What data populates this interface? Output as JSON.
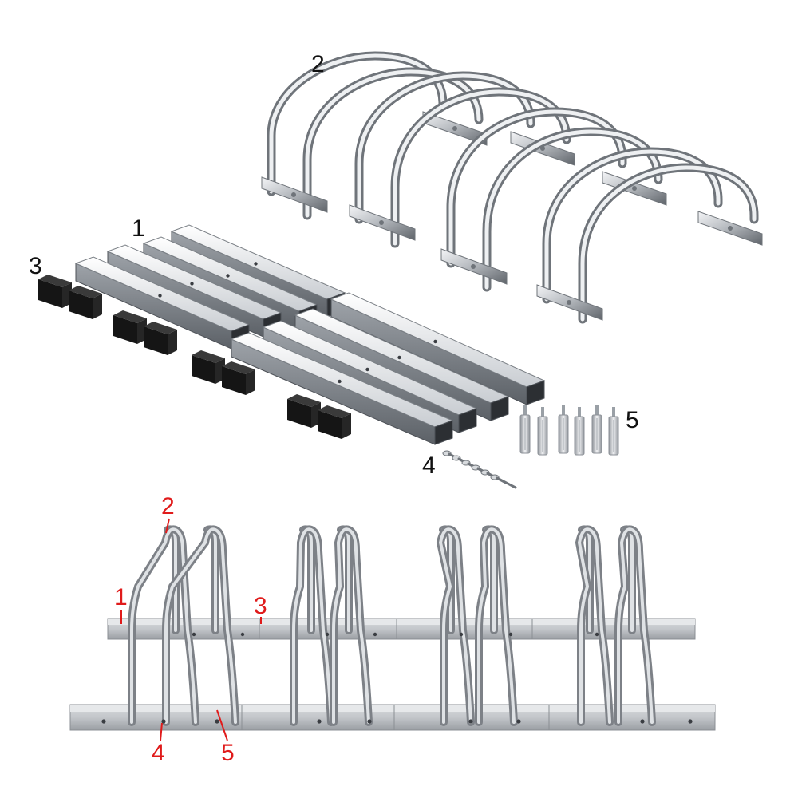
{
  "exploded_view": {
    "labels": {
      "rail": "1",
      "hoops": "2",
      "connectors": "3",
      "screws": "4",
      "anchors": "5"
    }
  },
  "assembled_view": {
    "labels": {
      "rail": "1",
      "hoop": "2",
      "connector": "3",
      "screw": "4",
      "anchor": "5"
    }
  },
  "colors": {
    "steel_light": "#eef0f2",
    "steel_mid": "#b9bdc2",
    "steel_dark": "#6f747a",
    "plastic": "#151515",
    "callout_black": "#111111",
    "callout_red": "#e01b1b"
  }
}
